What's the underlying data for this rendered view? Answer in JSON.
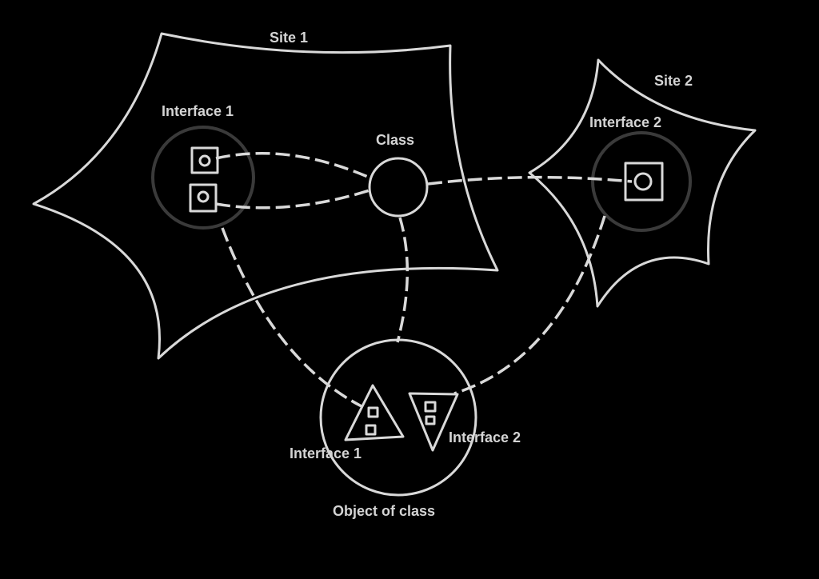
{
  "labels": {
    "site1": "Site 1",
    "site2": "Site 2",
    "site1_interface": "Interface 1",
    "site2_interface": "Interface 2",
    "class": "Class",
    "object_interface1": "Interface 1",
    "object_interface2": "Interface 2",
    "object": "Object of class"
  },
  "colors": {
    "background": "#000000",
    "stroke": "#d9d9d9",
    "text": "#d4d4d4",
    "halo": "#3a3a3a"
  }
}
